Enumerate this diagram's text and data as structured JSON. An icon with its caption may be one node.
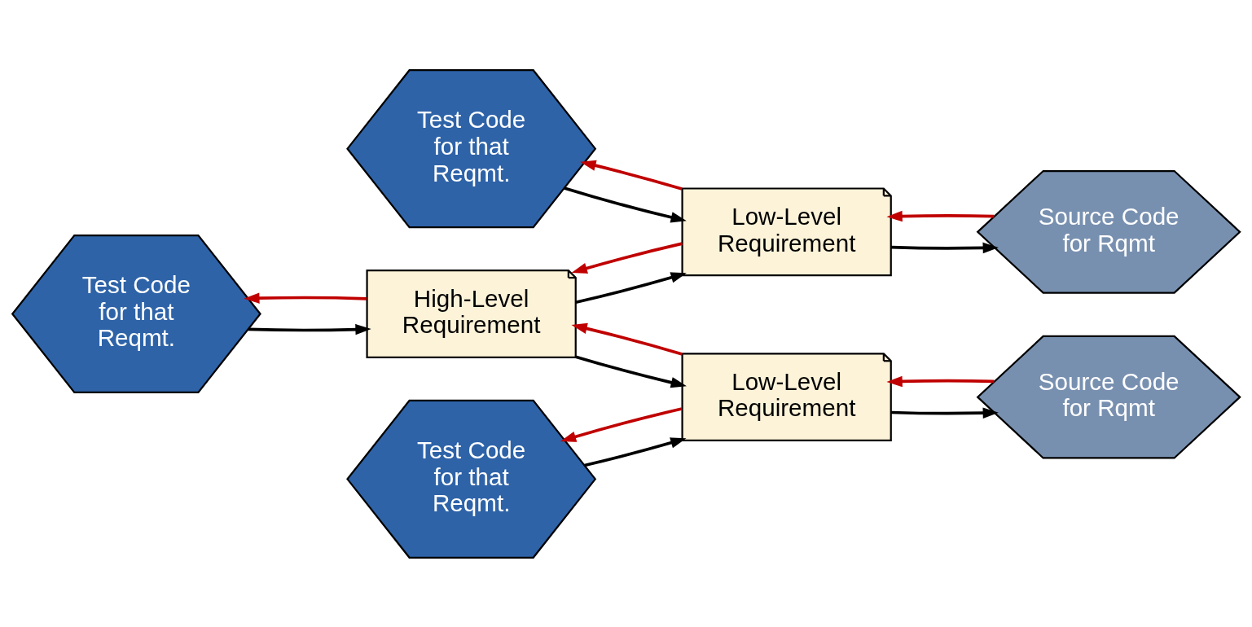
{
  "diagram": {
    "nodes": [
      {
        "text": [
          "Test Code for that Reqmt."
        ]
      },
      {
        "text": [
          "Low-Level Requirement"
        ]
      },
      {
        "text": [
          "Source Code for Rqmt"
        ]
      },
      {
        "text": [
          "Test Code for that Reqmt."
        ]
      },
      {
        "text": [
          "High-Level Requirement"
        ]
      },
      {
        "text": [
          "Low-Level Requirement"
        ]
      },
      {
        "text": [
          "Source Code for Rqmt"
        ]
      },
      {
        "text": [
          "Test Code for that Reqmt."
        ]
      }
    ],
    "edges": [
      {
        "from": 0,
        "to": 1,
        "arrow": "to"
      },
      {
        "from": 1,
        "to": 0,
        "arrow": "to",
        "color": "#c00000"
      },
      {
        "from": 2,
        "to": 1,
        "arrow": "to",
        "color": "#c00000"
      },
      {
        "from": 1,
        "to": 2,
        "arrow": "to"
      },
      {
        "from": 1,
        "to": 4,
        "arrow": "to",
        "color": "#c00000"
      },
      {
        "from": 4,
        "to": 1,
        "arrow": "to"
      },
      {
        "from": 4,
        "to": 3,
        "arrow": "to",
        "color": "#c00000"
      },
      {
        "from": 3,
        "to": 4,
        "arrow": "to"
      },
      {
        "from": 4,
        "to": 5,
        "arrow": "to"
      },
      {
        "from": 5,
        "to": 4,
        "arrow": "to",
        "color": "#c00000"
      },
      {
        "from": 7,
        "to": 5,
        "arrow": "to"
      },
      {
        "from": 5,
        "to": 7,
        "arrow": "to",
        "color": "#c00000"
      },
      {
        "from": 5,
        "to": 6,
        "arrow": "to"
      },
      {
        "from": 6,
        "to": 5,
        "arrow": "to",
        "color": "#c00000"
      }
    ]
  }
}
